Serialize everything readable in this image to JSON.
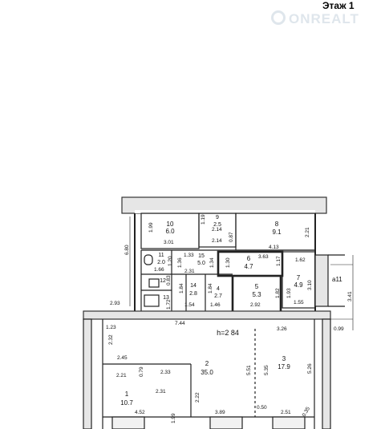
{
  "header": {
    "floor_title": "Этаж 1",
    "watermark": "ONREALT"
  },
  "ceiling_height": "h=2 84",
  "rooms": [
    {
      "id": "r10",
      "num": "10",
      "area": "6.0"
    },
    {
      "id": "r9",
      "num": "9",
      "area": "2.5"
    },
    {
      "id": "r8",
      "num": "8",
      "area": "9.1"
    },
    {
      "id": "r11",
      "num": "11",
      "area": "2.0"
    },
    {
      "id": "r15",
      "num": "15",
      "area": "5.0"
    },
    {
      "id": "r6",
      "num": "6",
      "area": "4.7"
    },
    {
      "id": "r7",
      "num": "7",
      "area": "4.9"
    },
    {
      "id": "r12",
      "num": "12",
      "area": ""
    },
    {
      "id": "r13",
      "num": "13",
      "area": ""
    },
    {
      "id": "r14",
      "num": "14",
      "area": "2.8"
    },
    {
      "id": "r4",
      "num": "4",
      "area": "2.7"
    },
    {
      "id": "r5",
      "num": "5",
      "area": "5.3"
    },
    {
      "id": "r2",
      "num": "2",
      "area": "35.0"
    },
    {
      "id": "r3",
      "num": "3",
      "area": "17.9"
    },
    {
      "id": "r1",
      "num": "1",
      "area": "10.7"
    }
  ],
  "dimensions": [
    "1.99",
    "3.01",
    "1.19",
    "2.14",
    "2.14",
    "0.87",
    "4.13",
    "2.21",
    "6.80",
    "1.33",
    "1.36",
    "1.66",
    "1.20",
    "2.31",
    "1.34",
    "1.30",
    "3.63",
    "1.17",
    "1.62",
    "3.10",
    "a11",
    "0.83",
    "1.72",
    "1.84",
    "1.84",
    "1.54",
    "1.46",
    "1.82",
    "1.93",
    "2.92",
    "1.55",
    "3.41",
    "0.99",
    "2.93",
    "7.44",
    "3.26",
    "1.23",
    "2.32",
    "2.45",
    "2.21",
    "0.79",
    "2.33",
    "5.51",
    "5.35",
    "5.26",
    "2.31",
    "1.99",
    "2.22",
    "4.52",
    "3.89",
    "0.50",
    "2.51",
    "0.35"
  ]
}
